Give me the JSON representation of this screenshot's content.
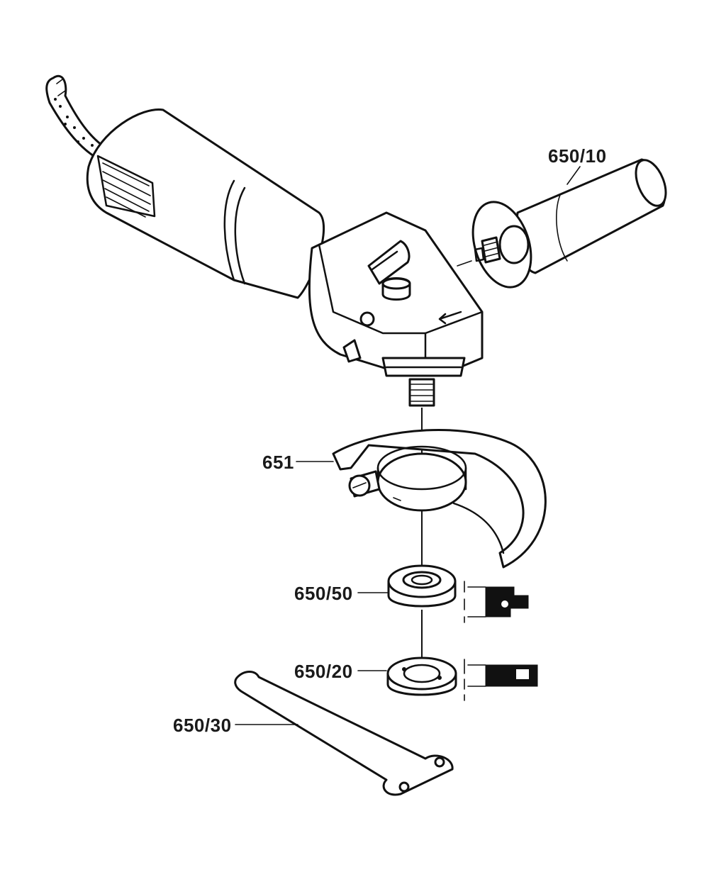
{
  "diagram": {
    "parts": [
      {
        "id": "handle",
        "label": "650/10"
      },
      {
        "id": "guard",
        "label": "651"
      },
      {
        "id": "flange",
        "label": "650/50"
      },
      {
        "id": "clamp_nut",
        "label": "650/20"
      },
      {
        "id": "spanner",
        "label": "650/30"
      }
    ],
    "colors": {
      "line": "#111111",
      "background": "#ffffff"
    },
    "icons": [
      "power-cord-icon",
      "grinder-body-icon",
      "side-handle-icon",
      "wheel-guard-icon",
      "mounting-flange-icon",
      "clamping-nut-icon",
      "spanner-wrench-icon",
      "flange-profile-icon",
      "nut-profile-icon"
    ]
  }
}
